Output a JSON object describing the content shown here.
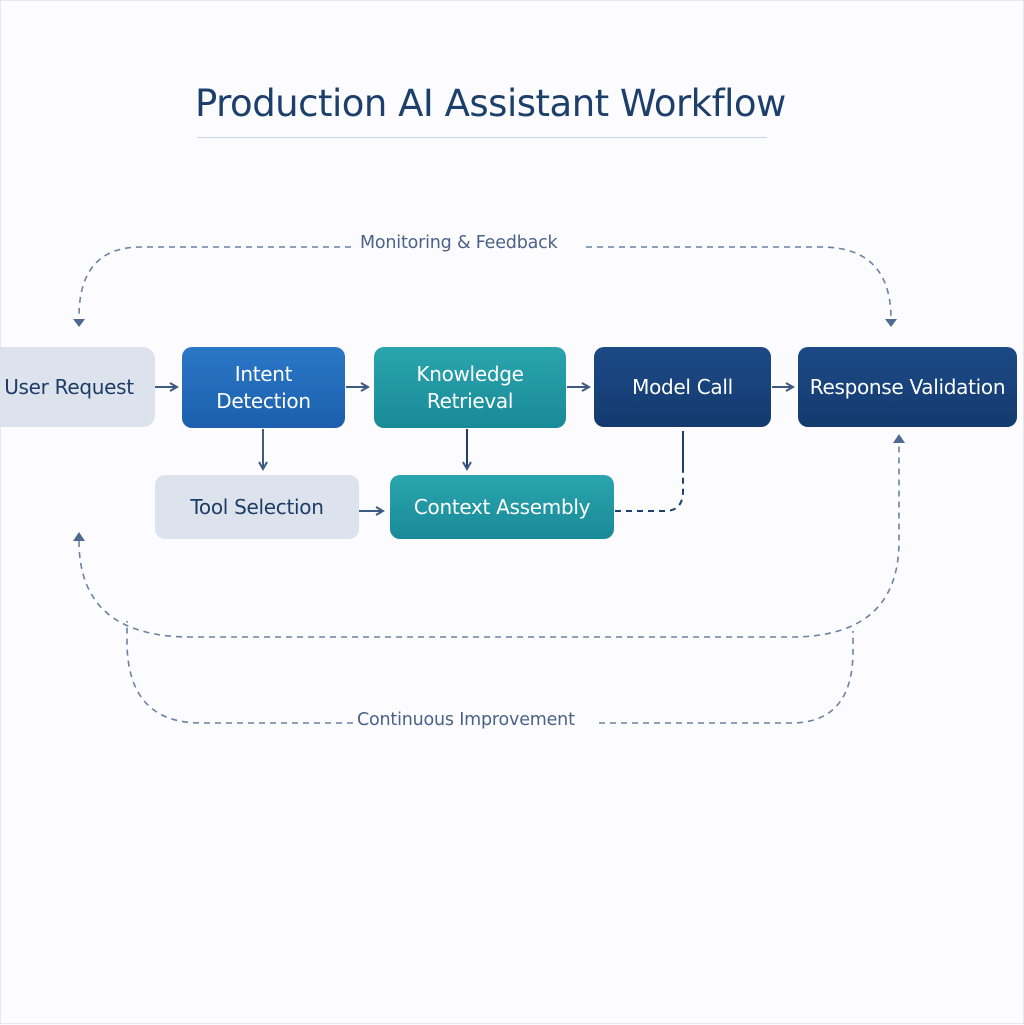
{
  "title": "Production AI Assistant Workflow",
  "nodes": {
    "user_request": "User Request",
    "intent_detection": "Intent\nDetection",
    "knowledge_retrieval": "Knowledge\nRetrieval",
    "model_call": "Model Call",
    "response_validation": "Response Validation",
    "tool_selection": "Tool Selection",
    "context_assembly": "Context Assembly"
  },
  "loops": {
    "top": "Monitoring & Feedback",
    "bottom": "Continuous Improvement"
  },
  "colors": {
    "light": "#dde3ec",
    "blue": "#1b5fae",
    "teal": "#198a98",
    "navy": "#143a6f",
    "title": "#1c3f6b",
    "connector": "#5a6f8f"
  }
}
